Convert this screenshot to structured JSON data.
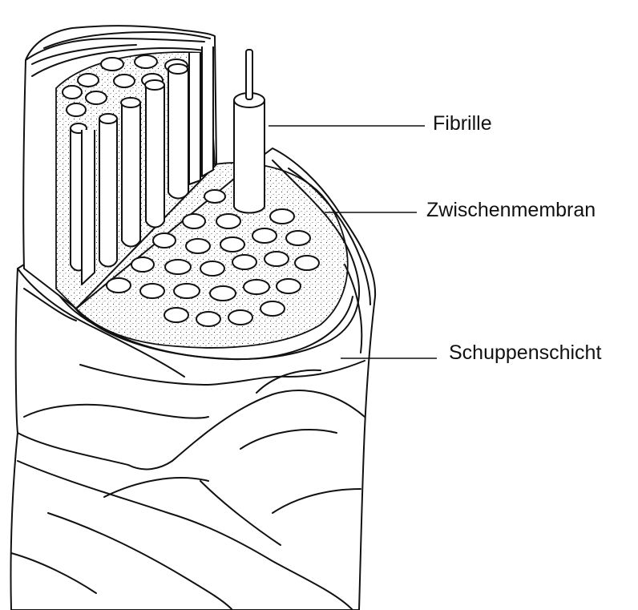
{
  "labels": {
    "fibrille": "Fibrille",
    "zwischenmembran": "Zwischenmembran",
    "schuppenschicht": "Schuppenschicht"
  },
  "colors": {
    "ink": "#111111",
    "background": "#ffffff"
  }
}
